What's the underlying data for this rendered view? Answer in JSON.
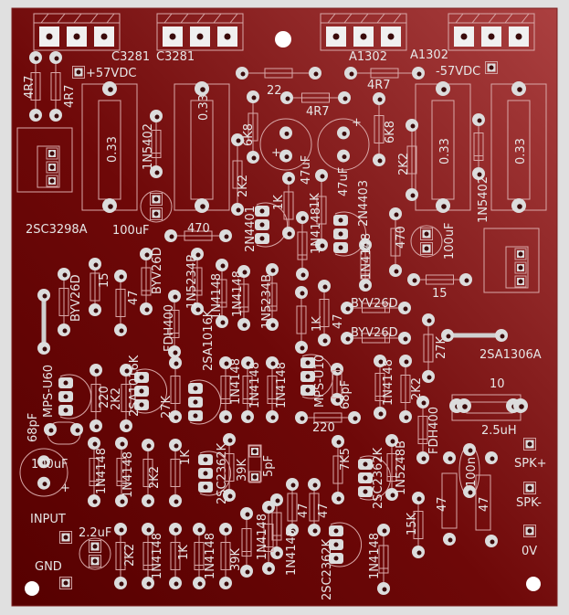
{
  "board": {
    "title": "Audio power amplifier PCB (top silkscreen view)",
    "colors": {
      "background": "#e0e0e0",
      "board_dark": "#5c0000",
      "board_light": "#a53a3a",
      "silkscreen": "#e6e6e6",
      "pad": "#dcdcdc"
    }
  },
  "connectors": {
    "power_pos": "+57VDC",
    "power_neg": "-57VDC",
    "input": "INPUT",
    "gnd": "GND",
    "spk_pos": "SPK+",
    "spk_neg": "SPK-",
    "zero_v": "0V"
  },
  "transistors_top": [
    "C3281",
    "C3281",
    "A1302",
    "A1302"
  ],
  "labels": [
    {
      "id": "r-4r7-a",
      "text": "4R7"
    },
    {
      "id": "r-4r7-b",
      "text": "4R7"
    },
    {
      "id": "r-022-1",
      "text": "0.33"
    },
    {
      "id": "d-1n5402-a",
      "text": "1N5402"
    },
    {
      "id": "r-022-2",
      "text": "0.33"
    },
    {
      "id": "r-22",
      "text": "22"
    },
    {
      "id": "r-6k8-a",
      "text": "6K8"
    },
    {
      "id": "r-4r7-c",
      "text": "4R7"
    },
    {
      "id": "r-4r7-d",
      "text": "4R7"
    },
    {
      "id": "r-6k8-b",
      "text": "6K8"
    },
    {
      "id": "c-47uf-a",
      "text": "47uF"
    },
    {
      "id": "c-47uf-b",
      "text": "47uF"
    },
    {
      "id": "r-2k2-a",
      "text": "2K2"
    },
    {
      "id": "r-033-3",
      "text": "0.33"
    },
    {
      "id": "d-1n5402-b",
      "text": "1N5402"
    },
    {
      "id": "r-033-4",
      "text": "0.33"
    },
    {
      "id": "q-2sc3298a",
      "text": "2SC3298A"
    },
    {
      "id": "c-100uf-a",
      "text": "100uF"
    },
    {
      "id": "r-470-a",
      "text": "470"
    },
    {
      "id": "q-2n4401",
      "text": "2N4401"
    },
    {
      "id": "r-1k-a",
      "text": "1K"
    },
    {
      "id": "r-1k-b",
      "text": "1K"
    },
    {
      "id": "d-1n4148-a",
      "text": "1N4148"
    },
    {
      "id": "q-2n4403",
      "text": "2N4403"
    },
    {
      "id": "d-1n4148-b",
      "text": "1N4148"
    },
    {
      "id": "r-470-b",
      "text": "470"
    },
    {
      "id": "c-100uf-b",
      "text": "100uF"
    },
    {
      "id": "r-15-a",
      "text": "15"
    },
    {
      "id": "d-byv26d-a",
      "text": "BYV26D"
    },
    {
      "id": "r-47-a",
      "text": "47"
    },
    {
      "id": "d-byv26d-b",
      "text": "BYV26D"
    },
    {
      "id": "d-1n5234b-a",
      "text": "1N5234B"
    },
    {
      "id": "d-1n4148-c",
      "text": "1N4148"
    },
    {
      "id": "d-1n4148-d",
      "text": "1N4148"
    },
    {
      "id": "d-1n5234b-b",
      "text": "1N5234B"
    },
    {
      "id": "d-fdh400-a",
      "text": "FDH400"
    },
    {
      "id": "q-2sa1016k-a",
      "text": "2SA1016K"
    },
    {
      "id": "r-1k-c",
      "text": "1K"
    },
    {
      "id": "r-47-b",
      "text": "47"
    },
    {
      "id": "r-15-b",
      "text": "15"
    },
    {
      "id": "d-byv26d-c",
      "text": "BYV26D"
    },
    {
      "id": "d-byv26d-d",
      "text": "BYV26D"
    },
    {
      "id": "r-27k-a",
      "text": "27K"
    },
    {
      "id": "q-2sa1306a",
      "text": "2SA1306A"
    },
    {
      "id": "q-mps-u60",
      "text": "MPS-U60"
    },
    {
      "id": "r-220-a",
      "text": "220"
    },
    {
      "id": "r-2k2-b",
      "text": "2K2"
    },
    {
      "id": "q-2sa1016k-b",
      "text": "2SA1016K"
    },
    {
      "id": "r-27k-b",
      "text": "27K"
    },
    {
      "id": "q-2sa1016k-c",
      "text": "2SA1016K"
    },
    {
      "id": "d-1n4148-e",
      "text": "1N4148"
    },
    {
      "id": "d-1n4148-f",
      "text": "1N4148"
    },
    {
      "id": "d-1n4148-g",
      "text": "1N4148"
    },
    {
      "id": "q-mps-u10",
      "text": "MPS-U10"
    },
    {
      "id": "c-68pf-a",
      "text": "68pF"
    },
    {
      "id": "d-1n4148-h",
      "text": "1N4148"
    },
    {
      "id": "r-2k2-c",
      "text": "2K2"
    },
    {
      "id": "r-10",
      "text": "10"
    },
    {
      "id": "r-220-b",
      "text": "220"
    },
    {
      "id": "d-fdh400-b",
      "text": "FDH400"
    },
    {
      "id": "l-2-5uh",
      "text": "2.5uH"
    },
    {
      "id": "c-68pf-b",
      "text": "68pF"
    },
    {
      "id": "c-100uf-c",
      "text": "100uF"
    },
    {
      "id": "d-1n4148-i",
      "text": "1N4148"
    },
    {
      "id": "d-1n4148-j",
      "text": "1N4148"
    },
    {
      "id": "r-2k2-d",
      "text": "2K2"
    },
    {
      "id": "r-1k-d",
      "text": "1K"
    },
    {
      "id": "q-2sc2362k-a",
      "text": "2SC2362K"
    },
    {
      "id": "r-39k-a",
      "text": "39K"
    },
    {
      "id": "c-5pf",
      "text": "5pF"
    },
    {
      "id": "r-7k5",
      "text": "7K5"
    },
    {
      "id": "q-2sc2362k-b",
      "text": "2SC2362K"
    },
    {
      "id": "d-1n5248b",
      "text": "1N5248B"
    },
    {
      "id": "c-100n",
      "text": "100n"
    },
    {
      "id": "r-47-c",
      "text": "47"
    },
    {
      "id": "r-47-d",
      "text": "47"
    },
    {
      "id": "r-47-e",
      "text": "47"
    },
    {
      "id": "r-47-f",
      "text": "47"
    },
    {
      "id": "r-15k",
      "text": "15K"
    },
    {
      "id": "c-2-2uf",
      "text": "2.2uF"
    },
    {
      "id": "r-2k2-e",
      "text": "2K2"
    },
    {
      "id": "d-1n4148-k",
      "text": "1N4148"
    },
    {
      "id": "r-1k-e",
      "text": "1K"
    },
    {
      "id": "d-1n4148-l",
      "text": "1N4148"
    },
    {
      "id": "r-39k-b",
      "text": "39K"
    },
    {
      "id": "d-1n4148-m",
      "text": "1N4148"
    },
    {
      "id": "d-1n4148-n",
      "text": "1N4148"
    },
    {
      "id": "q-2sc2362k-c",
      "text": "2SC2362K"
    },
    {
      "id": "d-1n4148-o",
      "text": "1N4148"
    }
  ]
}
